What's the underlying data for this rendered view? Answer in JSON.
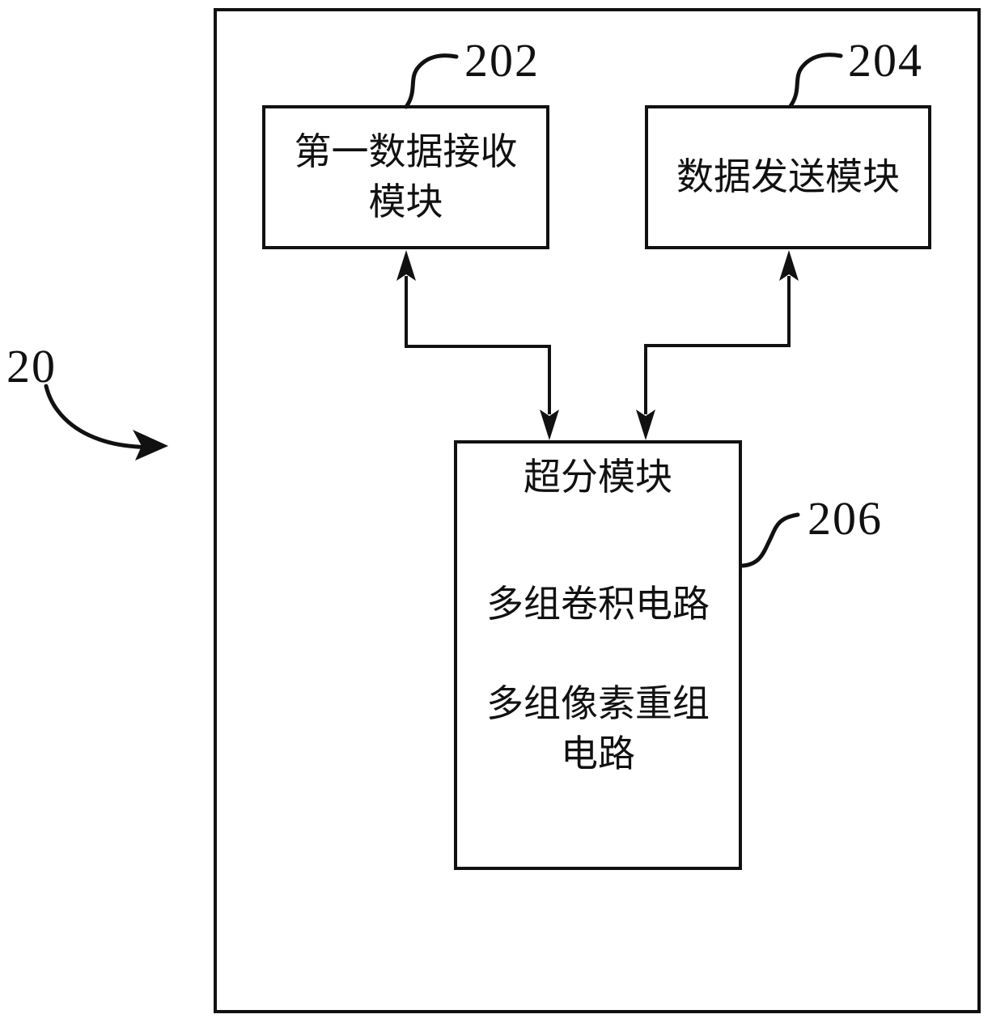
{
  "figure": {
    "root_ref": "20",
    "blocks": {
      "b202": {
        "ref": "202",
        "line1": "第一数据接收",
        "line2": "模块"
      },
      "b204": {
        "ref": "204",
        "label": "数据发送模块"
      },
      "b206": {
        "ref": "206",
        "title": "超分模块",
        "component1": "多组卷积电路",
        "component2_line1": "多组像素重组",
        "component2_line2": "电路"
      }
    }
  },
  "theme": {
    "line": "#111111",
    "background": "#ffffff"
  }
}
